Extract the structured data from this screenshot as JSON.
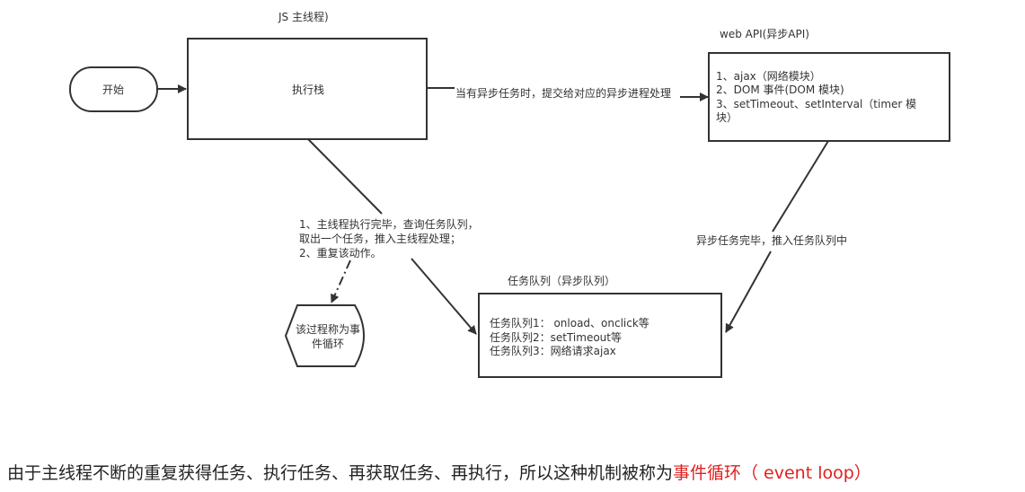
{
  "start": {
    "label": "开始"
  },
  "main_thread": {
    "title": "JS 主线程)",
    "label": "执行栈"
  },
  "submit_edge": {
    "label": "当有异步任务时，提交给对应的异步进程处理"
  },
  "web_api": {
    "title": "web API(异步API)",
    "lines": [
      "1、ajax（网络模块）",
      "2、DOM 事件(DOM 模块)",
      "3、setTimeout、setInterval（timer 模",
      "块）"
    ]
  },
  "complete_edge": {
    "label": "异步任务完毕，推入任务队列中"
  },
  "loop_edge": {
    "lines": [
      "1、主线程执行完毕，查询任务队列，",
      "取出一个任务，推入主线程处理；",
      "2、重复该动作。"
    ]
  },
  "event_loop_note": {
    "lines": [
      "该过程称为事",
      "件循环"
    ]
  },
  "task_queue": {
    "title": "任务队列（异步队列）",
    "lines": [
      "任务队列1： onload、onclick等",
      "任务队列2：setTimeout等",
      "任务队列3：网络请求ajax"
    ]
  },
  "caption": {
    "text": "由于主线程不断的重复获得任务、执行任务、再获取任务、再执行，所以这种机制被称为",
    "highlight": "事件循环（ event loop）"
  },
  "colors": {
    "highlight": "#e02020",
    "stroke": "#333333"
  }
}
